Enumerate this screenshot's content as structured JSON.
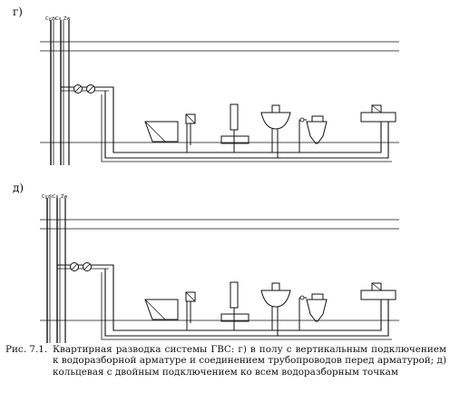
{
  "figure": {
    "panels": [
      {
        "label": "г)",
        "risers": [
          "Cyzk",
          "Cx",
          "Zw"
        ]
      },
      {
        "label": "д)",
        "risers": [
          "Cyzk",
          "Cx",
          "Zw"
        ]
      }
    ],
    "caption": {
      "prefix": "Рис. 7.1.",
      "text": "Квартирная разводка системы ГВС: г) в полу с вертикальным подключением к водоразборной арматуре и соединением трубопроводов перед арматурой; д) кольцевая с двойным подключением ко всем водоразборным точкам"
    },
    "colors": {
      "ink": "#111111",
      "paper": "#ffffff"
    }
  }
}
